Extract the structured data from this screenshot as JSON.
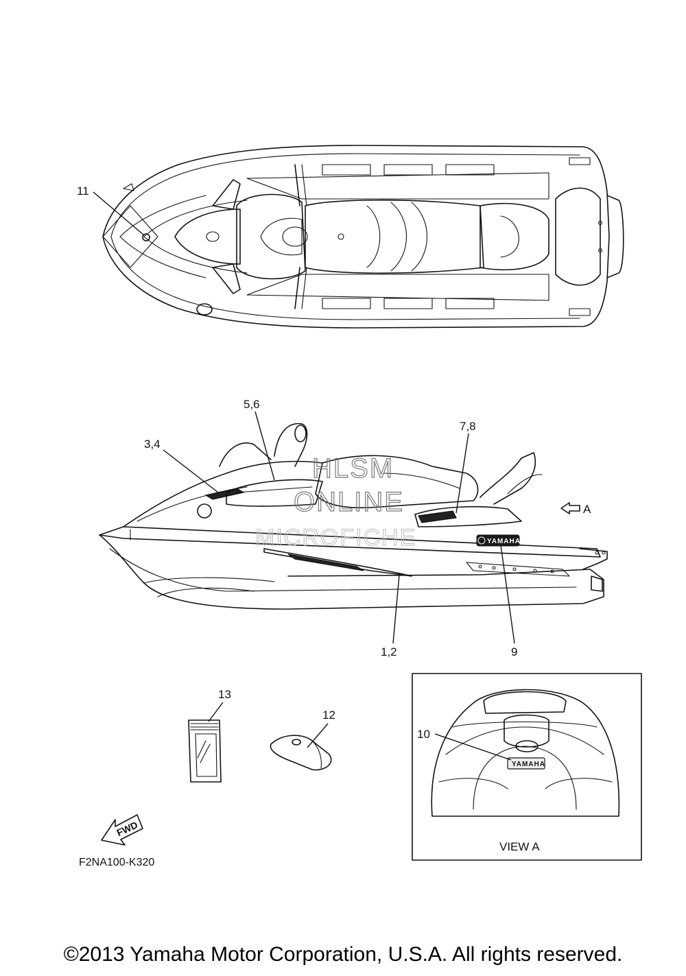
{
  "callouts": {
    "c11": "11",
    "c56": "5,6",
    "c34": "3,4",
    "c78": "7,8",
    "c12a": "1,2",
    "c9": "9",
    "c13": "13",
    "c12": "12",
    "c10": "10",
    "arrow_a": "A"
  },
  "watermark": {
    "line1": "HLSM",
    "line2": "ONLINE",
    "line3": "MICROFICHE"
  },
  "fwd_label": "FWD",
  "view_label": "VIEW A",
  "diagram_code": "F2NA100-K320",
  "logo_text": "YAMAHA",
  "copyright": "©2013 Yamaha Motor Corporation, U.S.A. All rights reserved."
}
